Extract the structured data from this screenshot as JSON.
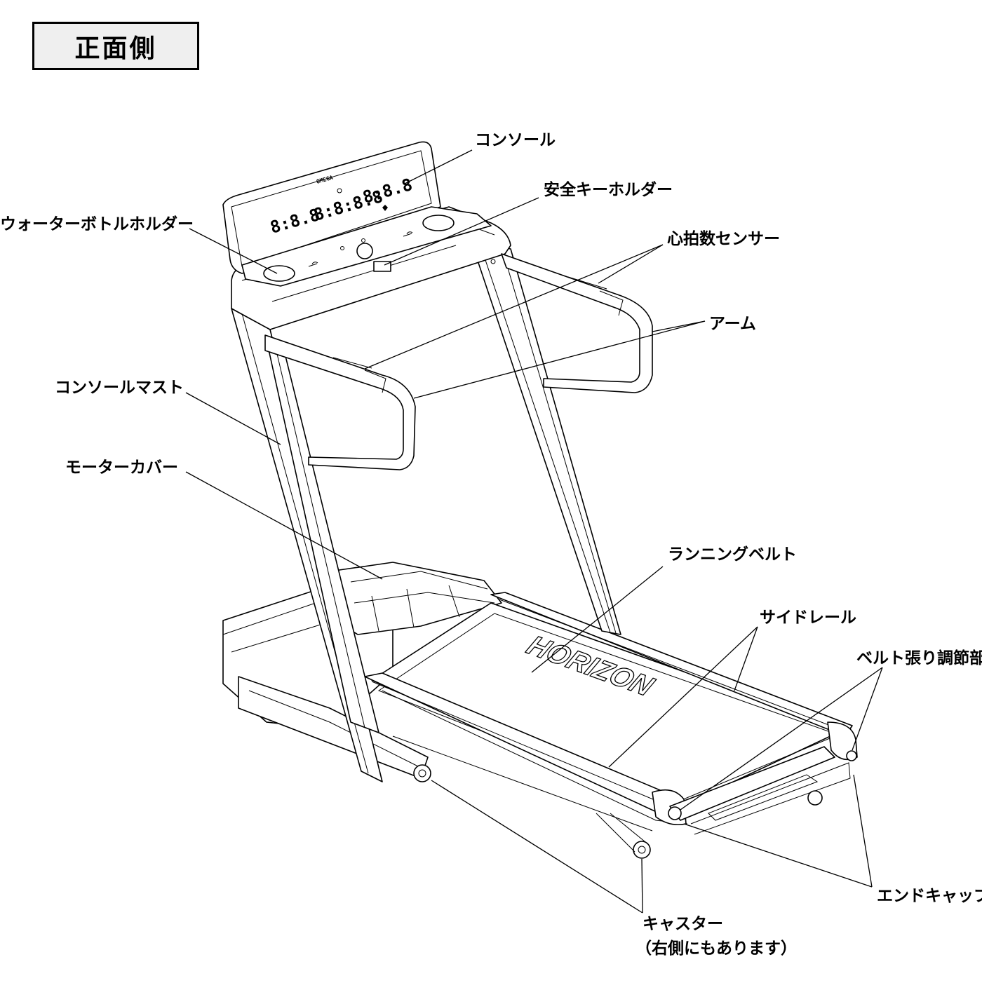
{
  "title": "正面側",
  "brand": {
    "console_logo": "OMEGA",
    "deck_logo": "HORIZON"
  },
  "console_displays": {
    "left": "8:8.8",
    "center": "8:8:8.8",
    "right": "8:8.8"
  },
  "labels": {
    "console": "コンソール",
    "safety_key_holder": "安全キーホルダー",
    "water_bottle_holder": "ウォーターボトルホルダー",
    "heart_rate_sensor": "心拍数センサー",
    "arm": "アーム",
    "console_mast": "コンソールマスト",
    "motor_cover": "モーターカバー",
    "running_belt": "ランニングベルト",
    "side_rail": "サイドレール",
    "belt_tension_adjuster": "ベルト張り調節部",
    "end_cap": "エンドキャップ",
    "caster_line1": "キャスター",
    "caster_line2": "（右側にもあります）"
  }
}
